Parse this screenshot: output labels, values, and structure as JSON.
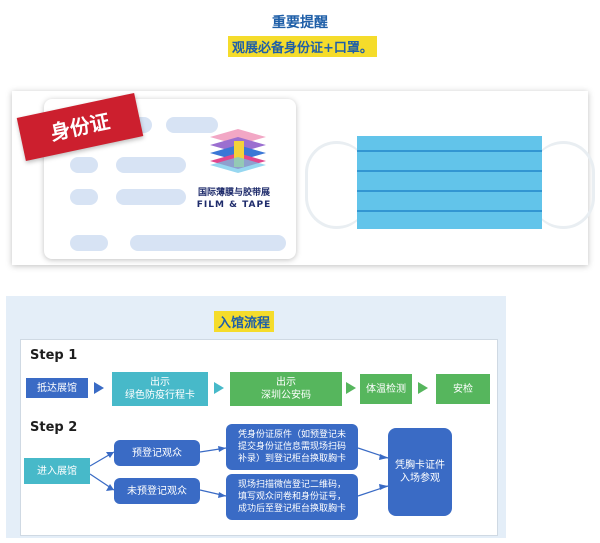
{
  "header": {
    "title": "重要提醒",
    "subtitle": "观展必备身份证+口罩。"
  },
  "illustration": {
    "id_label": "身份证",
    "logo_cn": "国际薄膜与胶带展",
    "logo_en": "FILM & TAPE"
  },
  "process": {
    "title": "入馆流程",
    "step1": {
      "label": "Step 1",
      "arrive": "抵达展馆",
      "show_health_line1": "出示",
      "show_health_line2": "绿色防疫行程卡",
      "show_police_line1": "出示",
      "show_police_line2": "深圳公安码",
      "temp_check": "体温检测",
      "security": "安检"
    },
    "step2": {
      "label": "Step 2",
      "enter": "进入展馆",
      "pre_registered": "预登记观众",
      "not_registered": "未预登记观众",
      "pre_note_line1": "凭身份证原件（如预登记未",
      "pre_note_line2": "提交身份证信息需现场扫码",
      "pre_note_line3": "补录）到登记柜台换取胸卡",
      "not_note_line1": "现场扫描微信登记二维码，",
      "not_note_line2": "填写观众问卷和身份证号，",
      "not_note_line3": "成功后至登记柜台换取胸卡",
      "badge_line1": "凭胸卡证件",
      "badge_line2": "入场参观"
    }
  },
  "colors": {
    "title_blue": "#1f5fa8",
    "highlight": "#f5dc2b",
    "dark_blue": "#3a6bc5",
    "teal": "#47b9c9",
    "green": "#56b65d",
    "ribbon_red": "#cc1f2e"
  }
}
